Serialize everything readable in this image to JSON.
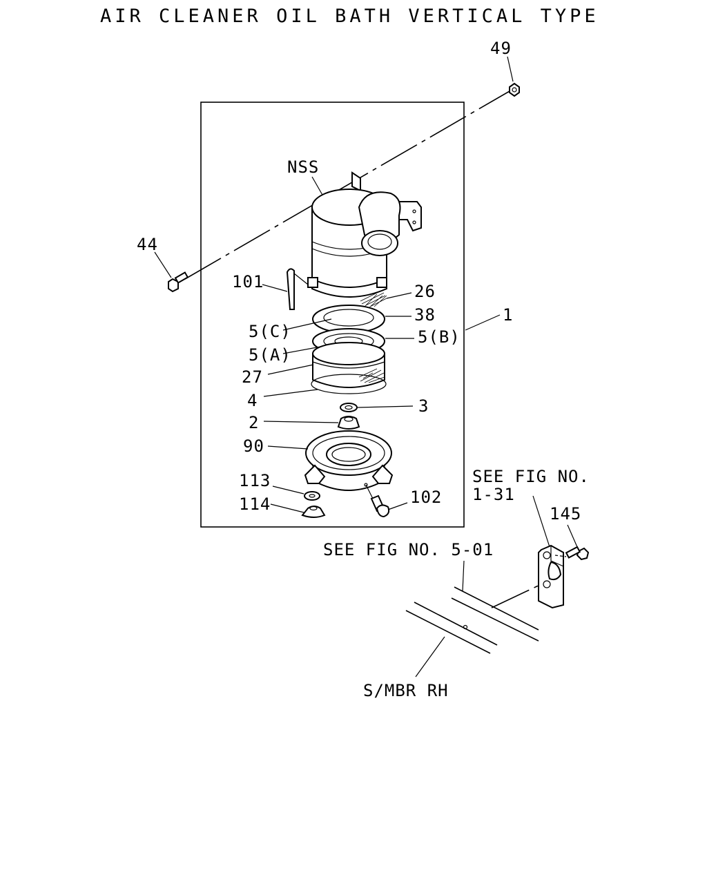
{
  "title": "AIR CLEANER OIL BATH VERTICAL TYPE",
  "callouts": {
    "p49": "49",
    "nss": "NSS",
    "p44": "44",
    "p101": "101",
    "p26": "26",
    "p38": "38",
    "p1": "1",
    "p5c": "5(C)",
    "p5b": "5(B)",
    "p5a": "5(A)",
    "p27": "27",
    "p4": "4",
    "p3": "3",
    "p2": "2",
    "p90": "90",
    "p113": "113",
    "p114": "114",
    "p102": "102",
    "p145": "145"
  },
  "references": {
    "fig_1_31_line1": "SEE FIG NO.",
    "fig_1_31_line2": "1-31",
    "fig_5_01": "SEE FIG NO. 5-01",
    "side_member": "S/MBR RH"
  }
}
